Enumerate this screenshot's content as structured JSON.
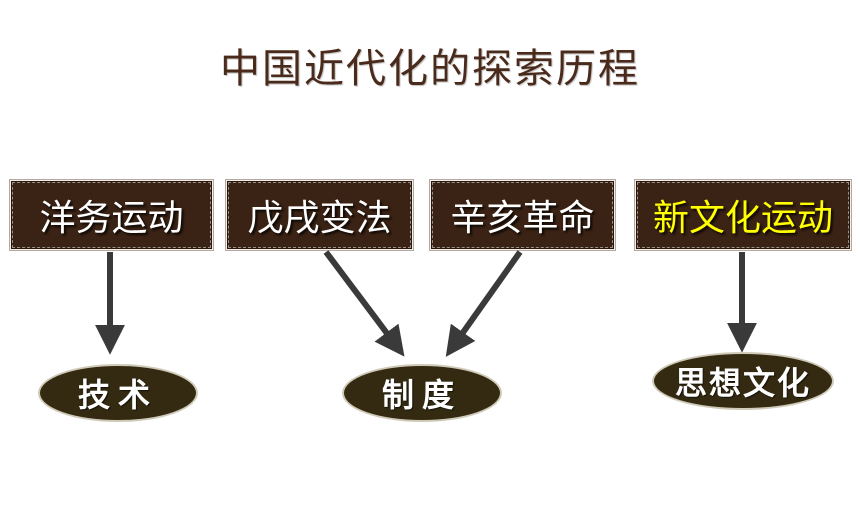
{
  "title": "中国近代化的探索历程",
  "events": [
    {
      "label": "洋务运动"
    },
    {
      "label": "戊戌变法"
    },
    {
      "label": "辛亥革命"
    },
    {
      "label": "新文化运动"
    }
  ],
  "outcomes": [
    {
      "label": "技术"
    },
    {
      "label": "制度"
    },
    {
      "label": "思想文化"
    }
  ],
  "colors": {
    "title": "#4a2a1a",
    "box_bg": "#3a2214",
    "box_text": "#ffffff",
    "highlight_text": "#ffff00",
    "oval_bg": "#342a12",
    "arrow": "#3a3a3a"
  }
}
